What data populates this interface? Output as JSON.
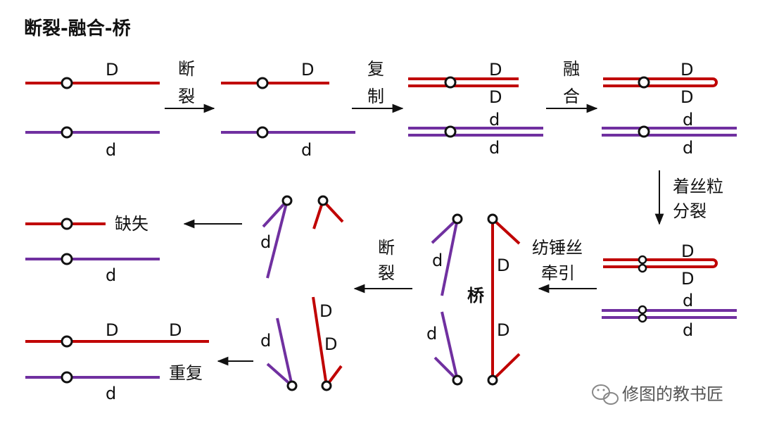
{
  "title": "断裂-融合-桥",
  "colors": {
    "red": "#c00000",
    "purple": "#7030a0",
    "arrow": "#111111"
  },
  "labels": {
    "D": "D",
    "d": "d"
  },
  "steps": {
    "break_1": [
      "断",
      "裂"
    ],
    "replicate": [
      "复",
      "制"
    ],
    "fusion": [
      "融",
      "合"
    ],
    "centromere_split": [
      "着丝粒",
      "分裂"
    ],
    "spindle_pull": [
      "纺锤丝",
      "牵引"
    ],
    "bridge": "桥",
    "break_2": [
      "断",
      "裂"
    ],
    "deletion": "缺失",
    "duplication": "重复"
  },
  "watermark": {
    "icon": "wechat-icon",
    "text": "修图的教书匠"
  }
}
